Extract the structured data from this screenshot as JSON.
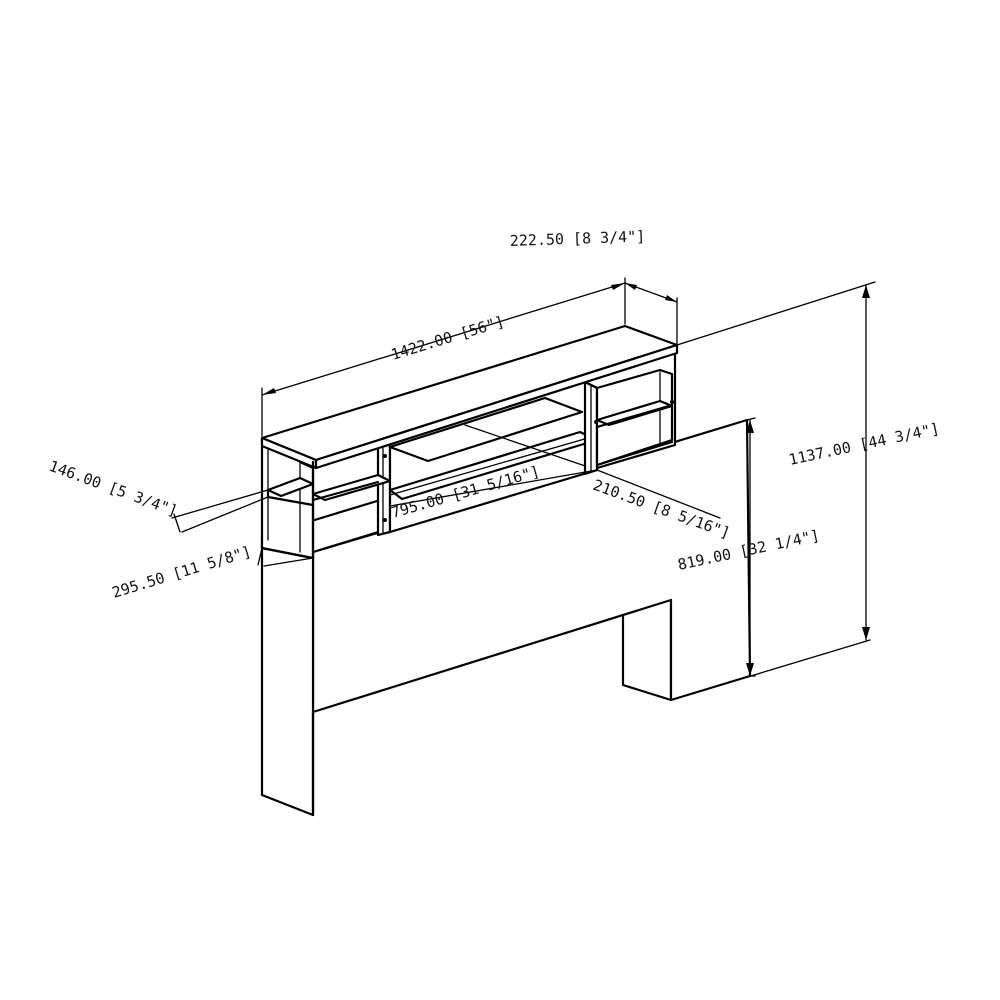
{
  "dimensions": {
    "width": "1422.00 [56\"]",
    "depth_top": "222.50 [8 3/4\"]",
    "total_height": "1137.00 [44 3/4\"]",
    "headboard_height": "819.00 [32 1/4\"]",
    "shelf_spacing": "146.00 [5 3/4\"]",
    "side_depth": "295.50 [11 5/8\"]",
    "center_opening": "795.00 [31 5/16\"]",
    "inner_depth": "210.50 [8 5/16\"]"
  },
  "colors": {
    "line": "#000000",
    "background": "#ffffff"
  }
}
